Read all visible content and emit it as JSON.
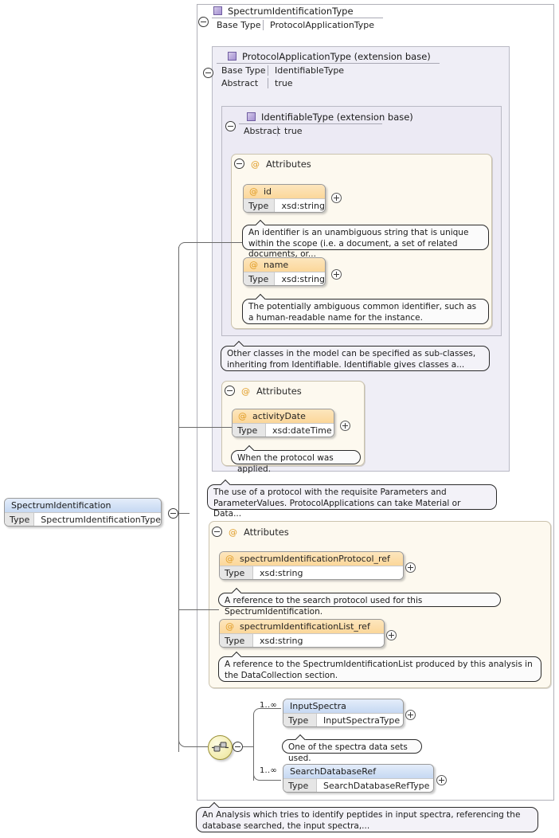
{
  "diagram": {
    "title": "SpectrumIdentification XSD element diagram",
    "icons": {
      "collapse": "minus-circle-icon",
      "expand": "plus-circle-icon",
      "type": "type-square-icon",
      "attribute": "at-sign-icon",
      "sequence": "sequence-compositor-icon"
    },
    "labels": {
      "base_type": "Base Type",
      "abstract": "Abstract",
      "type": "Type",
      "attributes": "Attributes",
      "true_value": "true"
    }
  },
  "root_element": {
    "name": "SpectrumIdentification",
    "type_key": "Type",
    "type_value": "SpectrumIdentificationType"
  },
  "types": [
    {
      "id": "spectrum-identification-type",
      "title": "SpectrumIdentificationType",
      "base_type_label": "Base Type",
      "base_type_value": "ProtocolApplicationType"
    },
    {
      "id": "protocol-application-type",
      "title": "ProtocolApplicationType (extension base)",
      "base_type_label": "Base Type",
      "base_type_value": "IdentifiableType",
      "abstract_label": "Abstract",
      "abstract_value": "true"
    },
    {
      "id": "identifiable-type",
      "title": "IdentifiableType (extension base)",
      "abstract_label": "Abstract",
      "abstract_value": "true"
    }
  ],
  "attribute_groups": [
    {
      "id": "identifiable-attributes",
      "header": "Attributes",
      "attributes": [
        {
          "name": "id",
          "type_key": "Type",
          "type_value": "xsd:string",
          "doc": "An identifier is an unambiguous string that is unique within the scope (i.e. a document, a set of related documents, or..."
        },
        {
          "name": "name",
          "type_key": "Type",
          "type_value": "xsd:string",
          "doc": "The potentially ambiguous common identifier, such as a human-readable name for the instance."
        }
      ]
    },
    {
      "id": "protocol-application-attributes",
      "header": "Attributes",
      "attributes": [
        {
          "name": "activityDate",
          "type_key": "Type",
          "type_value": "xsd:dateTime",
          "doc": "When the protocol was applied."
        }
      ]
    },
    {
      "id": "spectrum-identification-attributes",
      "header": "Attributes",
      "attributes": [
        {
          "name": "spectrumIdentificationProtocol_ref",
          "type_key": "Type",
          "type_value": "xsd:string",
          "doc": "A reference to the search protocol used for this SpectrumIdentification."
        },
        {
          "name": "spectrumIdentificationList_ref",
          "type_key": "Type",
          "type_value": "xsd:string",
          "doc": "A reference to the SpectrumIdentificationList produced by this analysis in the DataCollection section."
        }
      ]
    }
  ],
  "type_docs": {
    "identifiable": "Other classes in the model can be specified as sub-classes, inheriting from Identifiable. Identifiable gives classes a...",
    "protocol_application": "The use of a protocol with the requisite Parameters and ParameterValues. ProtocolApplications can take Material or Data...",
    "spectrum_identification": "An Analysis which tries to identify peptides in input spectra, referencing the database searched, the input spectra,..."
  },
  "child_elements": [
    {
      "occurrence": "1..∞",
      "name": "InputSpectra",
      "type_key": "Type",
      "type_value": "InputSpectraType",
      "doc": "One of the spectra data sets used."
    },
    {
      "occurrence": "1..∞",
      "name": "SearchDatabaseRef",
      "type_key": "Type",
      "type_value": "SearchDatabaseRefType",
      "doc": null
    }
  ]
}
